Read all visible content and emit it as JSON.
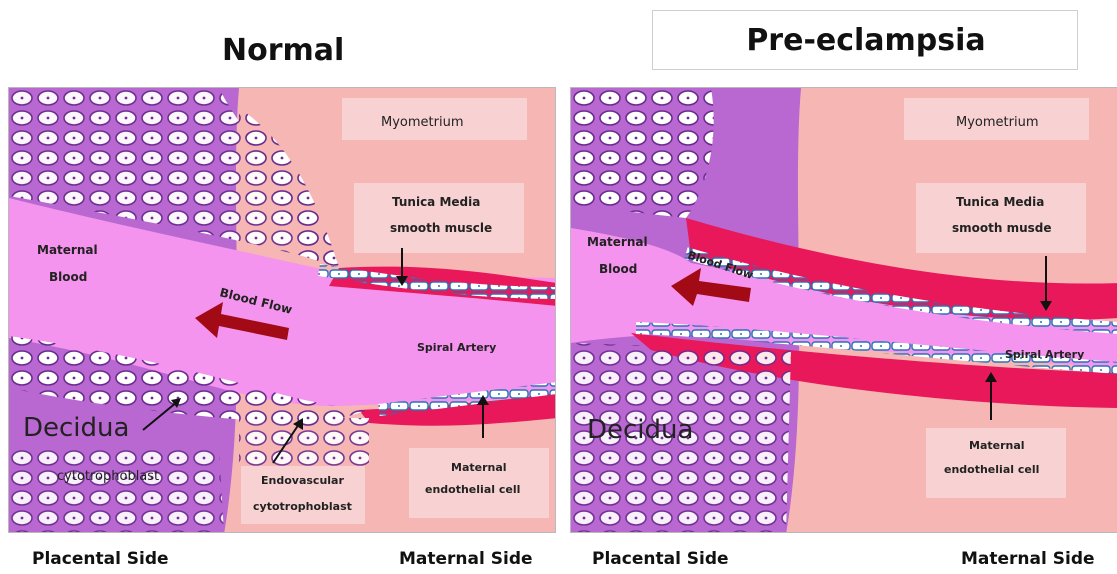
{
  "titles": {
    "normal": "Normal",
    "preeclampsia": "Pre-eclampsia"
  },
  "labels": {
    "myometrium": "Myometrium",
    "tunica_media_1": "Tunica Media",
    "tunica_media_2_normal": "smooth muscle",
    "tunica_media_2_pre": "smooth musde",
    "maternal_blood_1": "Maternal",
    "maternal_blood_2": "Blood",
    "blood_flow": "Blood Flow",
    "spiral_artery": "Spiral Artery",
    "decidua": "Decidua",
    "cytotrophoblast": "cytotrophoblast",
    "endovascular_1": "Endovascular",
    "endovascular_2": "cytotrophoblast",
    "maternal_endo_1": "Maternal",
    "maternal_endo_2": "endothelial cell",
    "placental_side": "Placental Side",
    "maternal_side": "Maternal Side"
  },
  "colors": {
    "decidua_purple": "#b968d2",
    "blood_pink": "#f494ee",
    "myometrium_pink": "#f6b6b4",
    "label_box": "#f8d2d2",
    "muscle_red": "#e8185a",
    "flow_arrow": "#a20a16",
    "cell_outline": "#6a2c8e",
    "endothelial_blue": "#7fb2e0"
  }
}
